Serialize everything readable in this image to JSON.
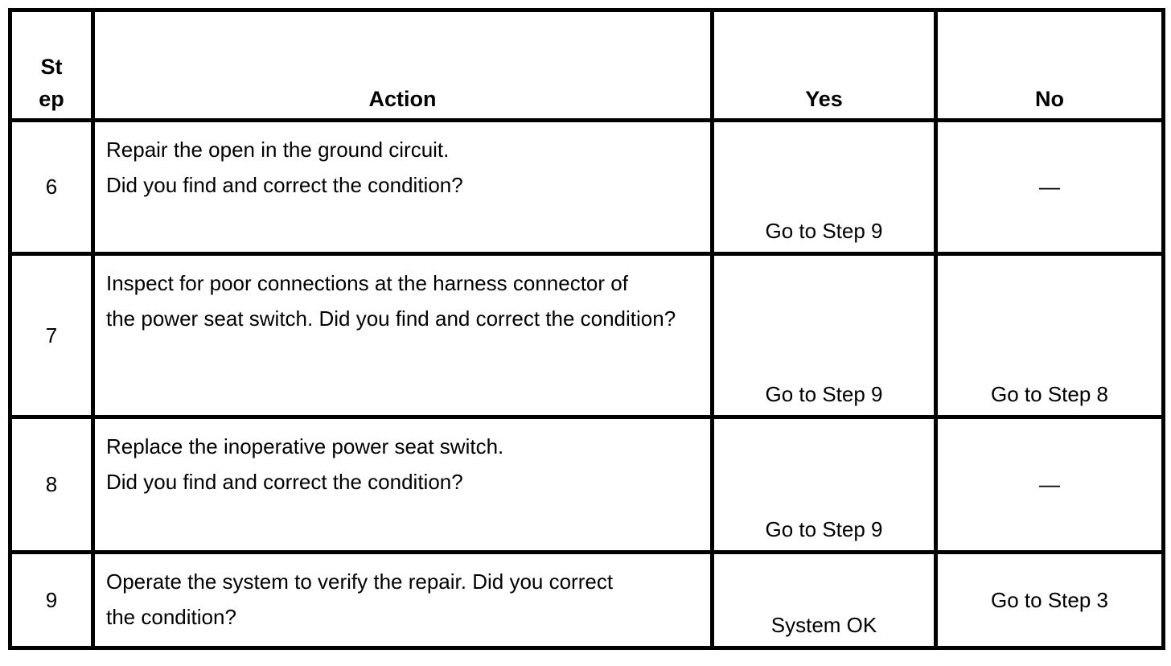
{
  "table": {
    "headers": {
      "step_lines": [
        "St",
        "ep"
      ],
      "action": "Action",
      "yes": "Yes",
      "no": "No"
    },
    "rows": [
      {
        "step": "6",
        "action_lines": [
          "Repair the open in the ground circuit.",
          "Did you find and correct the condition?"
        ],
        "yes": "Go to Step 9",
        "no": "—"
      },
      {
        "step": "7",
        "action_lines": [
          "Inspect for poor connections at the harness connector of",
          "the power seat switch. Did you find and correct the condition?"
        ],
        "yes": "Go to Step 9",
        "no": "Go to Step 8"
      },
      {
        "step": "8",
        "action_lines": [
          "Replace the inoperative power seat switch.",
          "Did you find and correct the condition?"
        ],
        "yes": "Go to Step 9",
        "no": "—"
      },
      {
        "step": "9",
        "action_lines": [
          "Operate the system to verify the repair. Did you correct",
          "the condition?"
        ],
        "yes": "System OK",
        "no": "Go to Step 3"
      }
    ],
    "colors": {
      "text": "#000000",
      "border": "#000000",
      "background": "#ffffff"
    }
  }
}
